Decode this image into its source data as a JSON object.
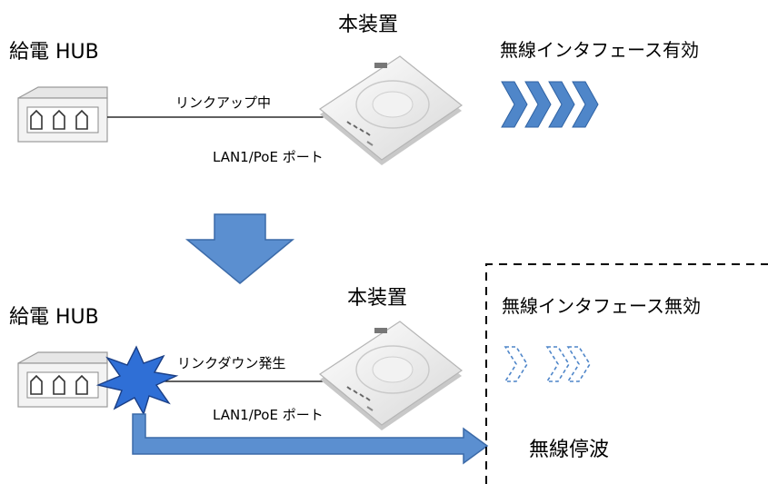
{
  "top": {
    "hub_label": "給電 HUB",
    "device_label": "本装置",
    "link_label": "リンクアップ中",
    "port_label": "LAN1/PoE ポート",
    "status_label": "無線インタフェース有効"
  },
  "bottom": {
    "hub_label": "給電 HUB",
    "device_label": "本装置",
    "link_label": "リンクダウン発生",
    "port_label": "LAN1/PoE ポート",
    "status_label": "無線インタフェース無効",
    "result_label": "無線停波"
  },
  "colors": {
    "arrow_blue": "#5b8fd0",
    "arrow_border": "#3b6aa8",
    "chevron_blue": "#4f86c9",
    "burst_blue": "#2f6fd6"
  }
}
